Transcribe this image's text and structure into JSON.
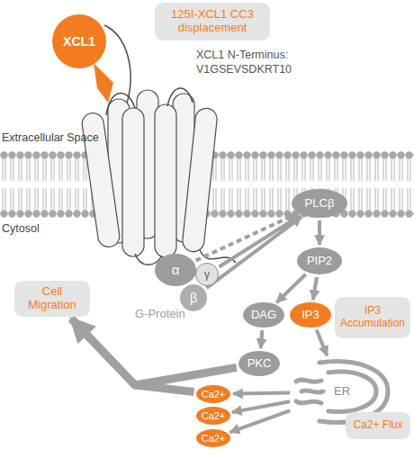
{
  "diagram": {
    "nodes": [
      {
        "text": [
          "125I-XCL1 CC3 displacement"
        ]
      },
      {
        "text": [
          "XCL1"
        ]
      },
      {
        "text": [
          "PLCβ"
        ]
      },
      {
        "text": [
          "α"
        ]
      },
      {
        "text": [
          "γ"
        ]
      },
      {
        "text": [
          "β"
        ]
      },
      {
        "text": [
          "PIP2"
        ]
      },
      {
        "text": [
          "Cell Migration"
        ]
      },
      {
        "text": [
          "DAG"
        ]
      },
      {
        "text": [
          "IP3"
        ]
      },
      {
        "text": [
          "IP3 Accumulation"
        ]
      },
      {
        "text": [
          "PKC"
        ]
      },
      {
        "text": [
          "ER"
        ]
      },
      {
        "text": [
          "Ca2+"
        ]
      },
      {
        "text": [
          "Ca2+"
        ]
      },
      {
        "text": [
          "Ca2+"
        ]
      },
      {
        "text": [
          "Ca2+ Flux"
        ]
      }
    ],
    "edges": [
      {
        "from": 3,
        "to": 2,
        "arrow": "to"
      },
      {
        "from": 4,
        "to": 2,
        "arrow": "to"
      },
      {
        "from": 5,
        "to": 2,
        "arrow": "to"
      },
      {
        "from": 2,
        "to": 6,
        "arrow": "to"
      },
      {
        "from": 6,
        "to": 8,
        "arrow": "to"
      },
      {
        "from": 6,
        "to": 9,
        "arrow": "to"
      },
      {
        "from": 9,
        "to": 12,
        "arrow": "to"
      },
      {
        "from": 8,
        "to": 11,
        "arrow": "to"
      },
      {
        "from": 12,
        "to": 13,
        "arrow": "to"
      },
      {
        "from": 12,
        "to": 14,
        "arrow": "to"
      },
      {
        "from": 12,
        "to": 15,
        "arrow": "to"
      },
      {
        "from": 11,
        "to": 7,
        "arrow": "to"
      },
      {
        "from": 13,
        "to": 7,
        "arrow": "to"
      }
    ],
    "labels": [
      "XCL1 N-Terminus:",
      "V1GSEVSDKRT10",
      "Extracellular Space",
      "Cytosol",
      "G-Protein"
    ]
  }
}
